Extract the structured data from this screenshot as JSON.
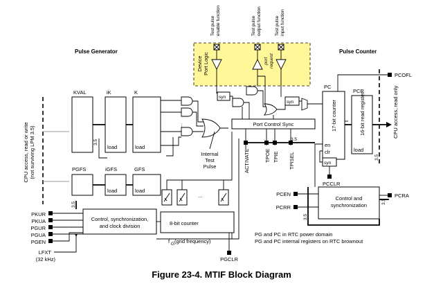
{
  "figure": {
    "caption": "Figure 23-4. MTIF Block Diagram"
  },
  "sections": {
    "pulse_generator": "Pulse Generator",
    "pulse_counter": "Pulse Counter"
  },
  "device_port_logic": {
    "label_line1": "Device",
    "label_line2": "Port Logic",
    "color": "#fff799",
    "inputs": [
      {
        "line1": "Test pulse",
        "line2": "enable function"
      },
      {
        "line1": "Test pulse",
        "line2": "output function"
      },
      {
        "line1": "Test pulse",
        "line2": "input function"
      }
    ],
    "port_line1": "port",
    "port_line2": "request"
  },
  "registers": {
    "kval": "KVAL",
    "ik": "iK",
    "k": "K",
    "pgfs": "PGFS",
    "igfs": "iGFS",
    "gfs": "GFS",
    "load": "load",
    "pc": "PC",
    "pcr": "PCR",
    "pc_counter": "17-bit counter",
    "pcr_register": "16-bit read register",
    "en": "en",
    "clr": "clr"
  },
  "bus_widths": {
    "w35": "3.5"
  },
  "blocks": {
    "control_sync_line1": "Control, synchronization,",
    "control_sync_line2": "and clock division",
    "eight_bit_counter": "8-bit counter",
    "port_control_sync": "Port Control Sync",
    "pc_control_line1": "Control and",
    "pc_control_line2": "synchronization",
    "syn": "syn",
    "dots": "..."
  },
  "signals": {
    "internal_test_pulse_line1": "Internal",
    "internal_test_pulse_line2": "Test",
    "internal_test_pulse_line3": "Pulse",
    "activate": "ACTIVATE",
    "tpoe": "TPOE",
    "tpie": "TPIE",
    "tpisel": "TPISEL",
    "grid_frequency": "f",
    "grid_frequency_sub": "G",
    "grid_frequency_rest": " (grid frequency)"
  },
  "pins": {
    "pkur": "PKUR",
    "pkua": "PKUA",
    "pgur": "PGUR",
    "pgua": "PGUA",
    "pgen": "PGEN",
    "lfxt": "LFXT",
    "lfxt_freq": "(32 kHz)",
    "pgclr": "PGCLR",
    "pcclr": "PCCLR",
    "pcen": "PCEN",
    "pcrr": "PCRR",
    "pcofl": "PCOFL",
    "pcra": "PCRA"
  },
  "side_notes": {
    "cpu_left_line1": "CPU access, read or write",
    "cpu_left_line2": "(not surviving LPM 3.5)",
    "cpu_right": "CPU access, read only"
  },
  "notes": {
    "line1": "PG and PC in RTC power domain",
    "line2": "PG and PC internal registers on RTC brownout"
  }
}
